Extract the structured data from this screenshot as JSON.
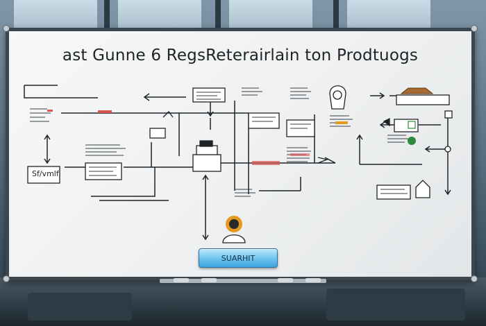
{
  "board": {
    "title": "ast Gunne 6 RegsReterairlain ton Prodtuogs",
    "side_label": "Sf/vmlf",
    "submit_label": "SUARHIT"
  },
  "colors": {
    "board_frame": "#3b4650",
    "ink": "#1f2326",
    "accent_red": "#d9534f",
    "accent_orange": "#e39a1f",
    "accent_green": "#2e8b3e",
    "button_blue": "#6cc3ef"
  },
  "icons": [
    "arrow-icon",
    "document-icon",
    "printer-icon",
    "person-icon",
    "handshake-icon",
    "checklist-icon"
  ]
}
